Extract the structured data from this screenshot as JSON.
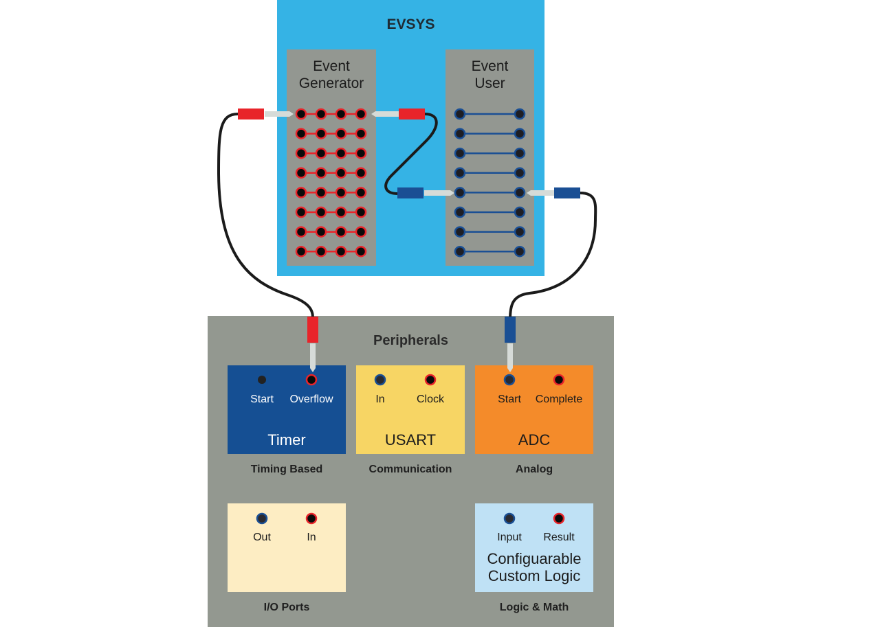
{
  "colors": {
    "evsys_bg": "#35b3e5",
    "panel_gray": "#939791",
    "peripherals_bg": "#939890",
    "generator_red": "#e8242a",
    "user_blue": "#1a4f94",
    "cable_black": "#1b1b1b",
    "plug_tip": "#d6dbd8"
  },
  "evsys": {
    "title": "EVSYS",
    "event_generator": {
      "title_line1": "Event",
      "title_line2": "Generator",
      "rows": 8,
      "columns": 4
    },
    "event_user": {
      "title_line1": "Event",
      "title_line2": "User",
      "rows": 8
    }
  },
  "peripherals": {
    "title": "Peripherals",
    "cards": [
      {
        "id": "timer",
        "name": "Timer",
        "caption": "Timing Based",
        "bg": "#154f93",
        "text_color": "#ffffff",
        "pins": [
          {
            "label": "Start",
            "type": "none"
          },
          {
            "label": "Overflow",
            "type": "generator"
          }
        ]
      },
      {
        "id": "usart",
        "name": "USART",
        "caption": "Communication",
        "bg": "#f7d564",
        "text_color": "#1b1b1b",
        "pins": [
          {
            "label": "In",
            "type": "user"
          },
          {
            "label": "Clock",
            "type": "generator"
          }
        ]
      },
      {
        "id": "adc",
        "name": "ADC",
        "caption": "Analog",
        "bg": "#f48b2a",
        "text_color": "#1b1b1b",
        "pins": [
          {
            "label": "Start",
            "type": "user"
          },
          {
            "label": "Complete",
            "type": "generator"
          }
        ]
      },
      {
        "id": "io",
        "name": "",
        "caption": "I/O Ports",
        "bg": "#fdedc3",
        "text_color": "#1b1b1b",
        "pins": [
          {
            "label": "Out",
            "type": "user"
          },
          {
            "label": "In",
            "type": "generator"
          }
        ]
      },
      {
        "id": "ccl",
        "name_line1": "Configuarable",
        "name_line2": "Custom Logic",
        "caption": "Logic & Math",
        "bg": "#bfe1f5",
        "text_color": "#1b1b1b",
        "pins": [
          {
            "label": "Input",
            "type": "user"
          },
          {
            "label": "Result",
            "type": "generator"
          }
        ]
      }
    ]
  },
  "connections": [
    {
      "from": "Timer Overflow",
      "to": "Event Generator channel 1",
      "plug_color": "red"
    },
    {
      "from": "Event Generator channel 1",
      "to": "Event User channel 5",
      "plug_colors": [
        "red",
        "blue"
      ]
    },
    {
      "from": "Event User channel 5",
      "to": "ADC Start",
      "plug_color": "blue"
    }
  ]
}
